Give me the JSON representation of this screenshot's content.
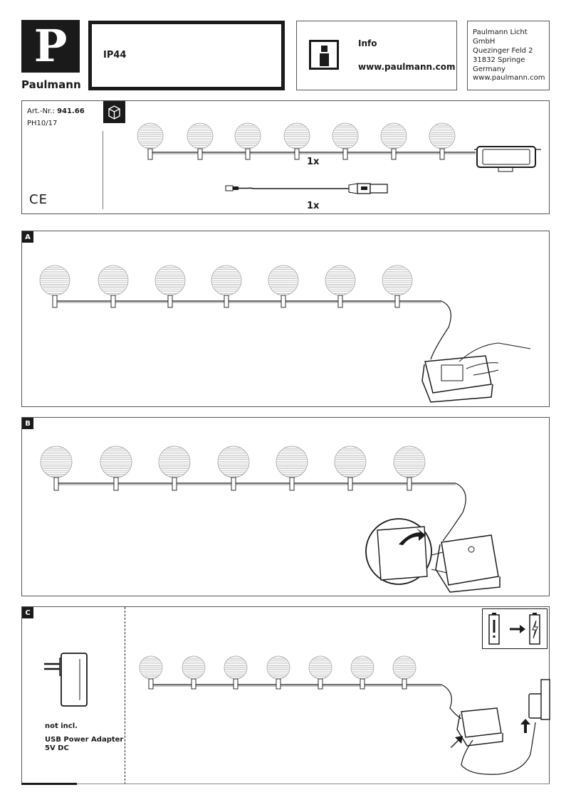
{
  "brand": {
    "logo_letter": "P",
    "name": "Paulmann"
  },
  "header": {
    "rating": "IP44",
    "info_label": "Info",
    "info_url": "www.paulmann.com",
    "company": [
      "Paulmann Licht GmbH",
      "Quezinger Feld 2",
      "31832 Springe",
      "Germany"
    ],
    "company_url": "www.paulmann.com"
  },
  "contents": {
    "art_prefix": "Art.-Nr.:",
    "art_number": "941.66",
    "doc_code": "PH10/17",
    "mark": "CE",
    "qty_string": "1x",
    "qty_usb": "1x"
  },
  "steps": {
    "a": "A",
    "b": "B",
    "c": "C"
  },
  "step_c": {
    "not_incl": "not incl.",
    "adapter_line1": "USB Power Adapter",
    "adapter_line2": "5V DC"
  },
  "colors": {
    "ink": "#1a1a1a",
    "frame": "#555555",
    "globe_stripe": "#9a9a9a"
  }
}
